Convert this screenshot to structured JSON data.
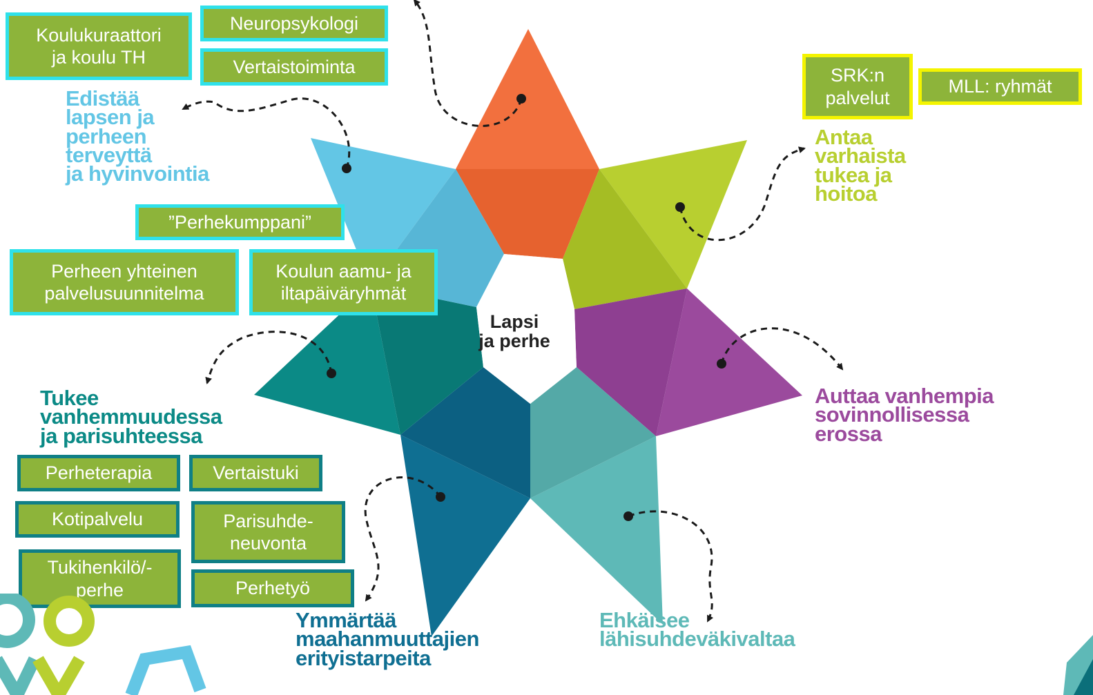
{
  "center": {
    "label": "Lapsi\nja perhe"
  },
  "colors": {
    "orange": "#f2703e",
    "lime": "#b8cf30",
    "purple": "#9b4a9d",
    "aqua": "#5eb9b7",
    "blue": "#0f6f92",
    "teal": "#0b8a86",
    "skyblue": "#63c6e5",
    "box_fill": "#8db43a",
    "border_cyan": "#2fe1ea",
    "border_teal": "#0f7f86",
    "border_yellow": "#f4f400"
  },
  "headings": [
    {
      "text": "Edistää\nlapsen ja\nperheen\nterveyttä\nja hyvinvointia",
      "color": "#63c6e5"
    },
    {
      "text": "Antaa\nvarhaista\ntukea ja\nhoitoa",
      "color": "#b8cf30"
    },
    {
      "text": "Auttaa vanhempia\nsovinnollisessa\nerossa",
      "color": "#9b4a9d"
    },
    {
      "text": "Ehkäisee\nlähisuhdeväkivaltaa",
      "color": "#5eb9b7"
    },
    {
      "text": "Ymmärtää\nmaahanmuuttajien\nerityistarpeita",
      "color": "#0f6f92"
    },
    {
      "text": "Tukee\nvanhemmuudessa\nja parisuhteessa",
      "color": "#0b8a86"
    }
  ],
  "boxes": {
    "koulukuraattori": "Koulukuraattori\nja koulu TH",
    "neuropsykologi": "Neuropsykologi",
    "vertaistoiminta": "Vertaistoiminta",
    "perhekumppani": "”Perhekumppani”",
    "palvelusuunnitelma": "Perheen yhteinen\npalvelusuunnitelma",
    "aamu_iltapaiva": "Koulun aamu- ja\niltapäiväryhmät",
    "srk": "SRK:n\npalvelut",
    "mll": "MLL: ryhmät",
    "perheterapia": "Perheterapia",
    "vertaistuki": "Vertaistuki",
    "kotipalvelu": "Kotipalvelu",
    "parisuhde": "Parisuhde-\nneuvonta",
    "tukihenkilo": "Tukihenkilö/-\nperhe",
    "perhetyo": "Perhetyö"
  }
}
